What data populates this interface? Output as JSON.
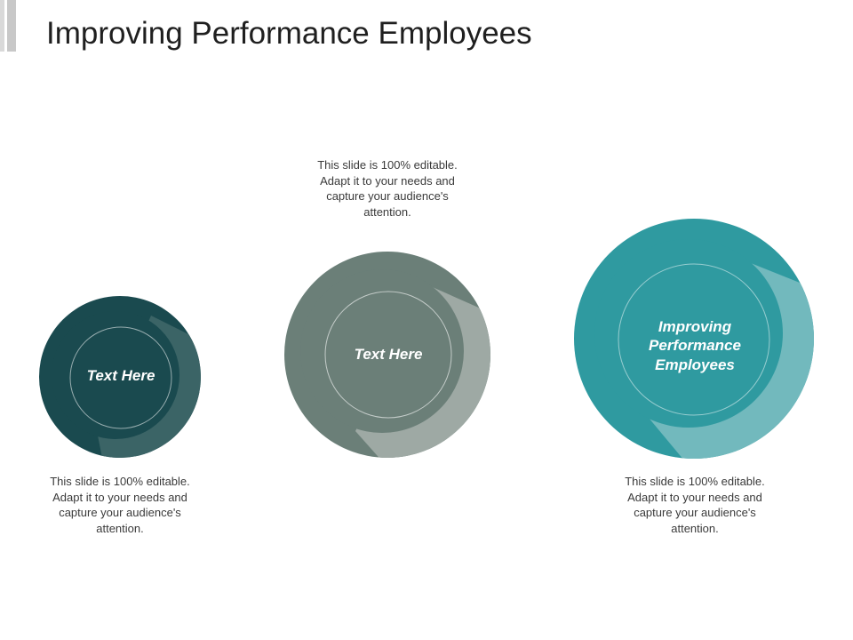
{
  "title": "Improving Performance Employees",
  "colors": {
    "dark_teal": "#1a4a4f",
    "dark_teal_shadow": "#3b6466",
    "grey_green": "#6b7f78",
    "grey_green_shadow": "#9ea9a4",
    "teal": "#2f9aa0",
    "teal_shadow": "#72b9bd"
  },
  "circles": [
    {
      "label": "Text Here",
      "description": "This slide is 100% editable. Adapt it to your needs and capture your audience's attention."
    },
    {
      "label": "Text Here",
      "description": "This slide is 100% editable. Adapt it to your needs and capture your audience's attention."
    },
    {
      "label": "Improving Performance Employees",
      "description": "This slide is 100% editable. Adapt it to your needs and capture your audience's attention."
    }
  ]
}
